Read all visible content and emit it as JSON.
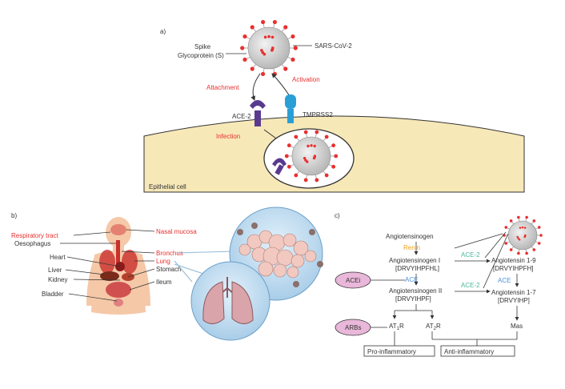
{
  "panel_a": {
    "label": "a)",
    "spike_label_1": "Spike",
    "spike_label_2": "Glycoprotein (S)",
    "virus_label": "SARS-CoV-2",
    "attachment": "Attachment",
    "activation": "Activation",
    "ace2": "ACE-2",
    "tmprss2": "TMPRSS2",
    "infection": "Infection",
    "cell": "Epithelial cell"
  },
  "panel_b": {
    "label": "b)",
    "left_labels": [
      "Respiratory tract",
      "Oesophagus",
      "Heart",
      "Liver",
      "Kidney",
      "Bladder"
    ],
    "right_labels": [
      "Nasal mucosa",
      "Bronchus",
      "Lung",
      "Stomach",
      "Ileum"
    ]
  },
  "panel_c": {
    "label": "c)",
    "angiotensinogen": "Angiotensinogen",
    "renin": "Renin",
    "ang1": "Angiotensinogen I",
    "ang1_seq": "[DRVYIHPFHL]",
    "ace": "ACE",
    "ang2": "Angiotensinogen II",
    "ang2_seq": "[DRVYIHPF]",
    "ace2_a": "ACE-2",
    "ace2_b": "ACE-2",
    "ang19": "Angiotensin 1-9",
    "ang19_seq": "[DRVYIHPFH]",
    "ace_right": "ACE",
    "ang17": "Angiotensin 1-7",
    "ang17_seq": "[DRVYIHP]",
    "acei": "ACEi",
    "arbs": "ARBs",
    "at1r": "AT1R",
    "at2r": "AT2R",
    "mas": "Mas",
    "pro": "Pro-inflammatory",
    "anti": "Anti-inflammatory"
  },
  "colors": {
    "red_text": "#e8302f",
    "ace_blue": "#4a90d9",
    "ace2_teal": "#4bb89a",
    "renin_orange": "#f0a21a",
    "cell_fill": "#f7e8b8",
    "receptor_purple": "#5a3a8e",
    "tmprss2_blue": "#2a9fd6",
    "oval_pink": "#e9b7d9"
  }
}
